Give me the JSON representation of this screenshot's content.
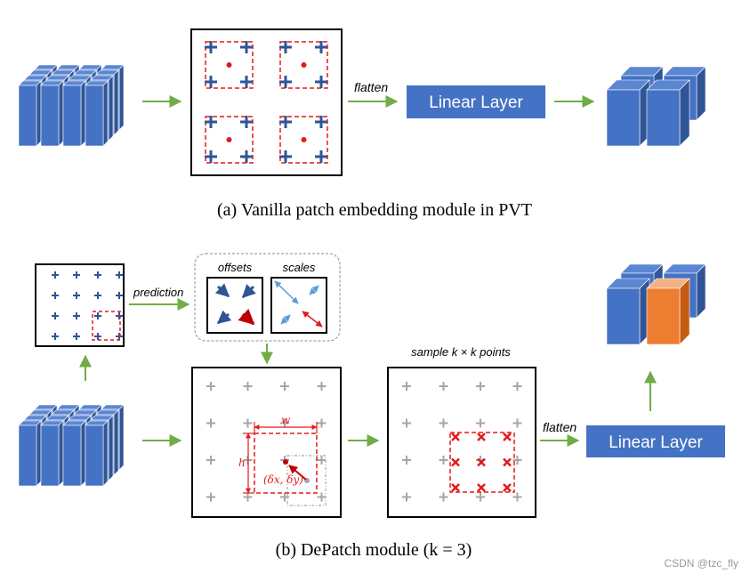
{
  "section_a": {
    "flatten_label": "flatten",
    "linear_layer_label": "Linear Layer",
    "caption": "(a)  Vanilla patch embedding module in PVT"
  },
  "section_b": {
    "prediction_label": "prediction",
    "offsets_label": "offsets",
    "scales_label": "scales",
    "sample_label": "sample k × k points",
    "w_label": "w",
    "h_label": "h",
    "delta_label": "(δx, δy)",
    "flatten_label": "flatten",
    "linear_layer_label": "Linear Layer",
    "caption": "(b)  DePatch module (k = 3)"
  },
  "watermark": "CSDN @tzc_fly",
  "colors": {
    "cube_front": "#4472C4",
    "cube_top": "#5B86D2",
    "cube_side": "#2F5597",
    "linear_layer": "#4472C4",
    "arrow_green": "#70AD47",
    "dashed_red": "#E31A1C",
    "grid_plus_blue": "#2F5597",
    "grid_plus_gray": "#A6A6A6",
    "orange_cube": "#ED7D31"
  }
}
